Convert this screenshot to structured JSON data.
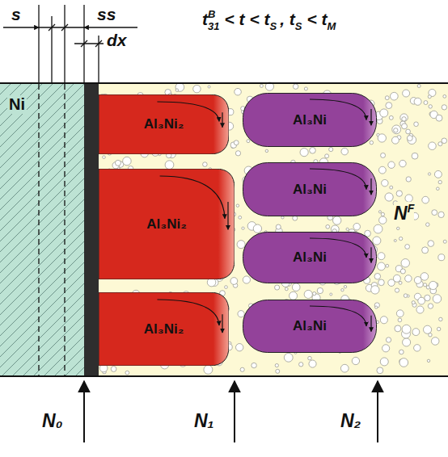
{
  "diagram": {
    "nodes": [
      {
        "text": [
          "Ni"
        ]
      },
      {
        "text": [
          "Al₃Ni₂"
        ]
      },
      {
        "text": [
          "Al₃Ni₂"
        ]
      },
      {
        "text": [
          "Al₃Ni₂"
        ]
      },
      {
        "text": [
          "Al₃Ni"
        ]
      },
      {
        "text": [
          "Al₃Ni"
        ]
      },
      {
        "text": [
          "Al₃Ni"
        ]
      },
      {
        "text": [
          "Al₃Ni"
        ]
      }
    ],
    "labels": [
      "s",
      "ss",
      "dx",
      "t",
      "31",
      "B",
      "< t < t",
      "S",
      ", t",
      "S",
      "< t",
      "M",
      "N",
      "F",
      "N₀",
      "N₁",
      "N₂"
    ]
  }
}
